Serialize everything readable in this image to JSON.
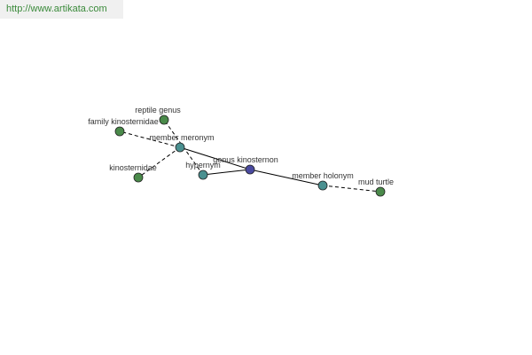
{
  "watermark": {
    "text": "http://www.artikata.com"
  },
  "colors": {
    "center": "#4a4aa0",
    "relation": "#4a9090",
    "leaf": "#4a8a4a",
    "edge": "#000000"
  },
  "graph": {
    "nodes": [
      {
        "id": "genus-kinosternon",
        "label": "genus kinosternon",
        "kind": "center"
      },
      {
        "id": "hypernym",
        "label": "hypernym",
        "kind": "relation"
      },
      {
        "id": "member-meronym",
        "label": "member meronym",
        "kind": "relation"
      },
      {
        "id": "member-holonym",
        "label": "member holonym",
        "kind": "relation"
      },
      {
        "id": "reptile-genus",
        "label": "reptile genus",
        "kind": "leaf"
      },
      {
        "id": "family-kinosternidae",
        "label": "family kinosternidae",
        "kind": "leaf"
      },
      {
        "id": "kinosternidae",
        "label": "kinosternidae",
        "kind": "leaf"
      },
      {
        "id": "mud-turtle",
        "label": "mud turtle",
        "kind": "leaf"
      }
    ],
    "edges": [
      {
        "from": "genus-kinosternon",
        "to": "hypernym",
        "style": "solid"
      },
      {
        "from": "genus-kinosternon",
        "to": "member-meronym",
        "style": "solid"
      },
      {
        "from": "genus-kinosternon",
        "to": "member-holonym",
        "style": "solid"
      },
      {
        "from": "hypernym",
        "to": "reptile-genus",
        "style": "dashed"
      },
      {
        "from": "member-meronym",
        "to": "family-kinosternidae",
        "style": "dashed"
      },
      {
        "from": "member-meronym",
        "to": "kinosternidae",
        "style": "dashed"
      },
      {
        "from": "member-holonym",
        "to": "mud-turtle",
        "style": "dashed"
      }
    ]
  }
}
